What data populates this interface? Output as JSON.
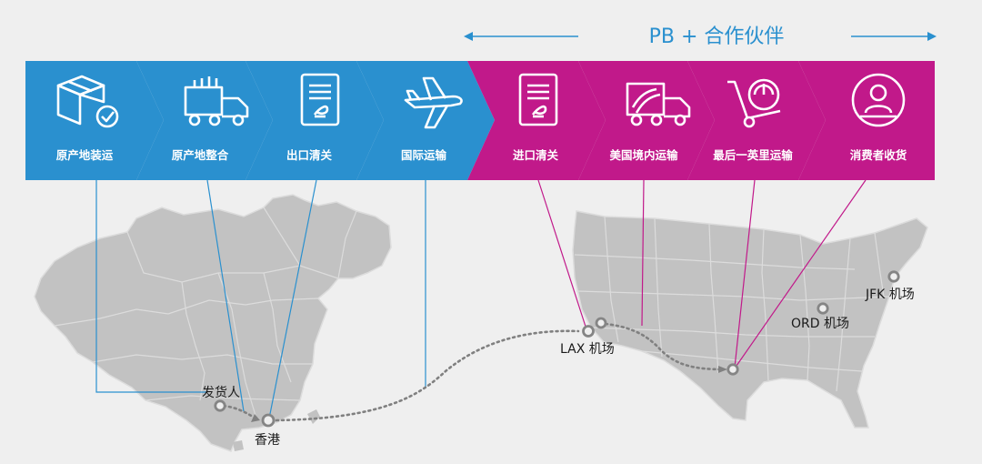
{
  "header": {
    "partner_label": "PB + 合作伙伴"
  },
  "colors": {
    "blue": "#2a90cf",
    "magenta": "#c1198a",
    "map": "#c2c2c2",
    "map_border": "#dcdcdc",
    "route": "#808080"
  },
  "steps": [
    {
      "label": "原产地装运",
      "icon": "package-check-icon"
    },
    {
      "label": "原产地整合",
      "icon": "truck-icon"
    },
    {
      "label": "出口清关",
      "icon": "document-icon"
    },
    {
      "label": "国际运输",
      "icon": "airplane-icon"
    },
    {
      "label": "进口清关",
      "icon": "document-icon"
    },
    {
      "label": "美国境内运输",
      "icon": "truck-icon"
    },
    {
      "label": "最后一英里运输",
      "icon": "hand-truck-icon"
    },
    {
      "label": "消费者收货",
      "icon": "consumer-icon"
    }
  ],
  "locations": {
    "shipper": "发货人",
    "hongkong": "香港",
    "lax": "LAX 机场",
    "ord": "ORD 机场",
    "jfk": "JFK 机场"
  }
}
